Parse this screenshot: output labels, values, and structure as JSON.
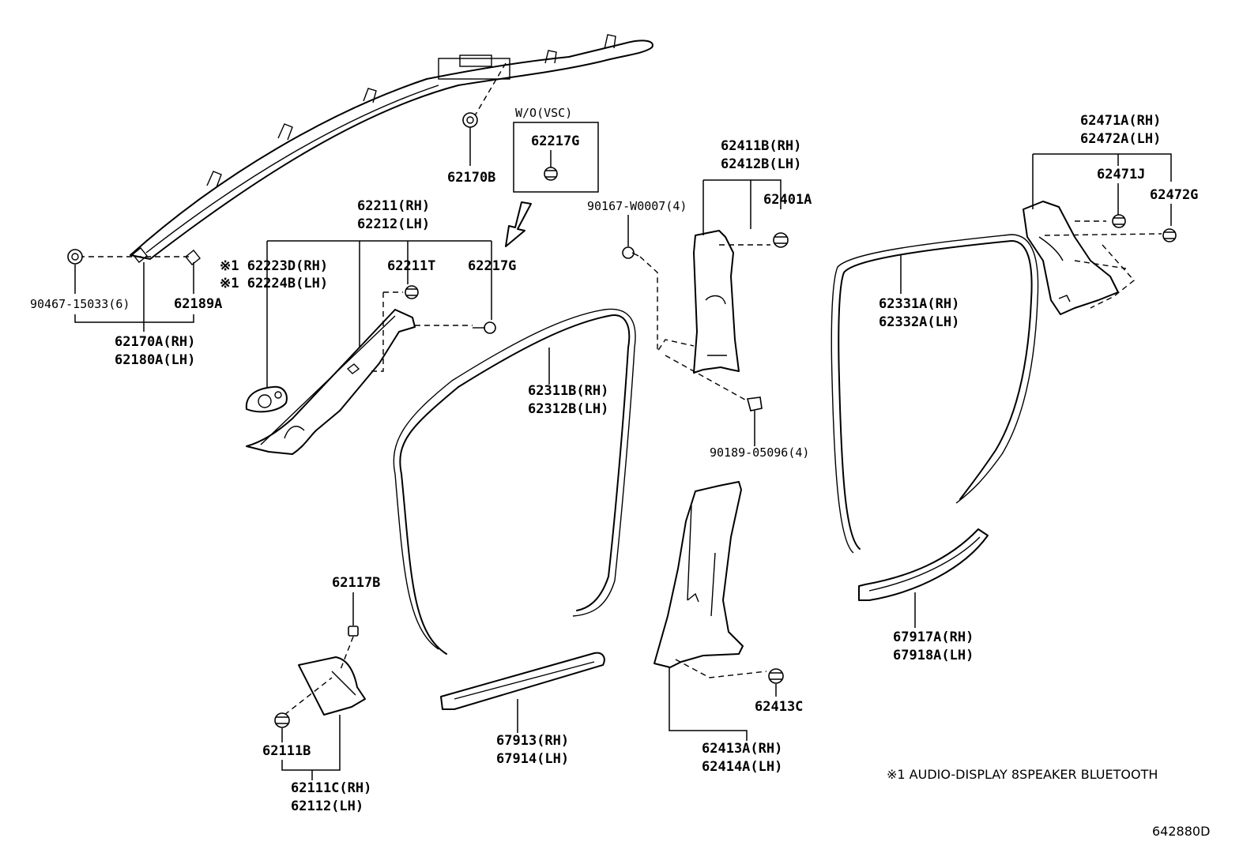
{
  "boxes": {
    "wo_vsc": {
      "label": "W/O(VSC)",
      "part": "62217G"
    }
  },
  "labels": {
    "p62170B": "62170B",
    "p90467": "90467-15033(6)",
    "p62189A": "62189A",
    "p62170A": "62170A(RH)",
    "p62180A": "62180A(LH)",
    "p62211": "62211(RH)",
    "p62212": "62212(LH)",
    "p62223D": "※1 62223D(RH)",
    "p62224B": "※1 62224B(LH)",
    "p62211T": "62211T",
    "p62217G": "62217G",
    "p62311B": "62311B(RH)",
    "p62312B": "62312B(LH)",
    "p90167": "90167-W0007(4)",
    "p62411B": "62411B(RH)",
    "p62412B": "62412B(LH)",
    "p62401A": "62401A",
    "p90189": "90189-05096(4)",
    "p62331A": "62331A(RH)",
    "p62332A": "62332A(LH)",
    "p62471A": "62471A(RH)",
    "p62472A": "62472A(LH)",
    "p62471J": "62471J",
    "p62472G": "62472G",
    "p62117B": "62117B",
    "p62111B": "62111B",
    "p62111C": "62111C(RH)",
    "p62112": "62112(LH)",
    "p67913": "67913(RH)",
    "p67914": "67914(LH)",
    "p62413C": "62413C",
    "p62413A": "62413A(RH)",
    "p62414A": "62414A(LH)",
    "p67917A": "67917A(RH)",
    "p67918A": "67918A(LH)"
  },
  "footnote": "※1  AUDIO-DISPLAY 8SPEAKER BLUETOOTH",
  "diagram_id": "642880D"
}
